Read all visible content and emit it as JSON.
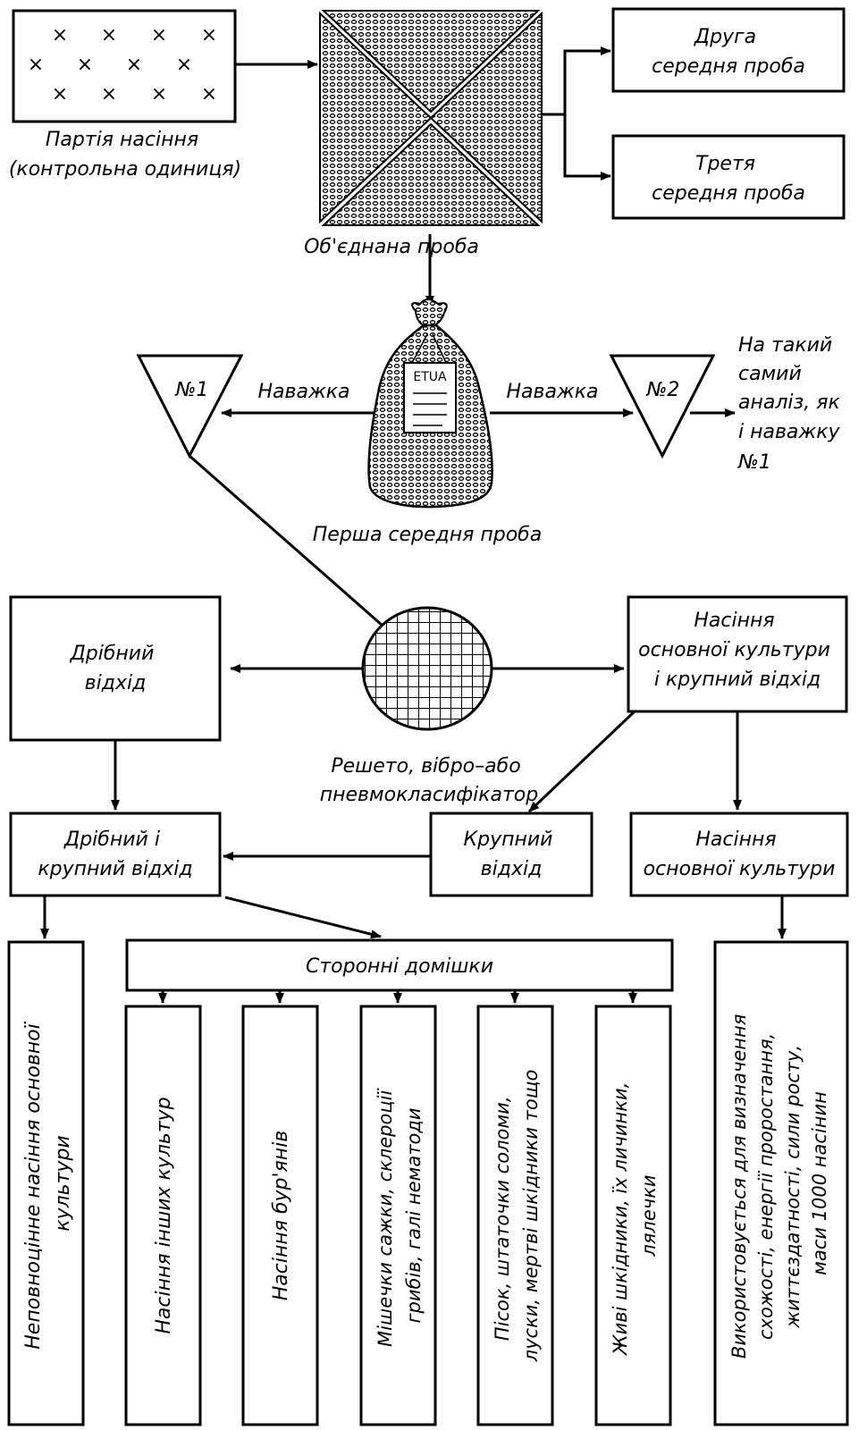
{
  "lot_label": [
    "Партія насіння",
    "(контрольна одиниця)"
  ],
  "combined_sample_label": "Об'єднана   проба",
  "second_sample": [
    "Друга",
    "середня проба"
  ],
  "third_sample": [
    "Третя",
    "середня проба"
  ],
  "bag_tag": "ETUA",
  "portion_1": "№1",
  "portion_2": "№2",
  "weighing_left": "Наважка",
  "weighing_right": "Наважка",
  "same_analysis_note": [
    "На такий",
    "самий",
    "аналіз, як",
    "і наважку",
    "№1"
  ],
  "first_sample_label": "Перша середня проба",
  "small_waste": [
    "Дрібний",
    "відхід"
  ],
  "main_and_large": [
    "Насіння",
    "основної культури",
    "і крупний відхід"
  ],
  "sieve_label": [
    "Решето, вібро–або",
    "пневмокласифікатор"
  ],
  "small_and_large_waste": [
    "Дрібний і",
    "крупний відхід"
  ],
  "large_waste": [
    "Крупний",
    "відхід"
  ],
  "main_seeds": [
    "Насіння",
    "основної культури"
  ],
  "impurities": "Сторонні домішки",
  "defective_seeds": [
    "Неповноцінне насіння основної",
    "культури"
  ],
  "other_crops": "Насіння інших культур",
  "weeds": "Насіння бур'янів",
  "smut_sclerotia": [
    "Мішечки сажки, склероції",
    "грибів, галі нематоди"
  ],
  "sand_straw": [
    "Пісок, штаточки соломи,",
    "луски, мертві шкідники тощо"
  ],
  "live_pests": [
    "Живі шкідники, їх личинки,",
    "лялечки"
  ],
  "usage_note": [
    "Використовується для визначення",
    "схожості, енергії проростання,",
    "життєздатності, сили росту,",
    "маси 1000 насінин"
  ]
}
